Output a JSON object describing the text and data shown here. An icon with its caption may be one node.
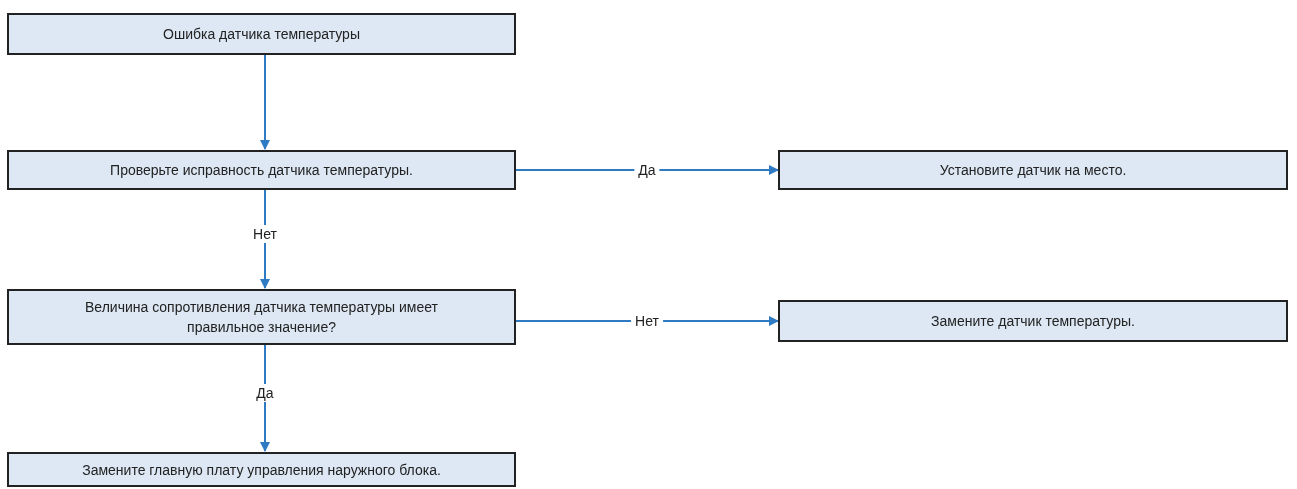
{
  "diagram": {
    "nodes": [
      {
        "text": [
          "Ошибка датчика температуры"
        ]
      },
      {
        "text": [
          "Проверьте исправность датчика температуры."
        ]
      },
      {
        "text": [
          "Установите датчик на место."
        ]
      },
      {
        "text": [
          "Величина сопротивления датчика температуры имеет правильное значение?"
        ]
      },
      {
        "text": [
          "Замените датчик температуры."
        ]
      },
      {
        "text": [
          "Замените главную плату управления наружного блока."
        ]
      }
    ],
    "edges": [
      {
        "from": 0,
        "to": 1,
        "arrow": "to"
      },
      {
        "from": 1,
        "to": 2,
        "arrow": "to",
        "label": "Да"
      },
      {
        "from": 1,
        "to": 3,
        "arrow": "to",
        "label": "Нет"
      },
      {
        "from": 3,
        "to": 4,
        "arrow": "to",
        "label": "Нет"
      },
      {
        "from": 3,
        "to": 5,
        "arrow": "to",
        "label": "Да"
      }
    ]
  }
}
